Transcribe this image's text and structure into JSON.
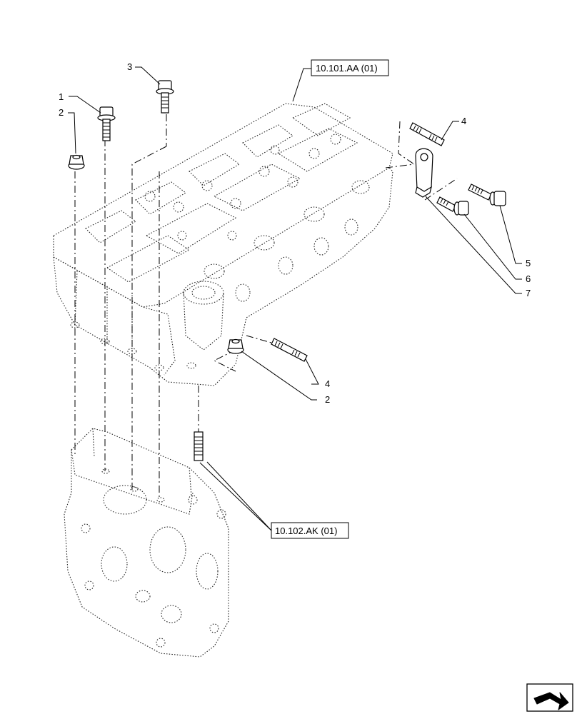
{
  "references": {
    "cylinder_head": "10.101.AA (01)",
    "timing_housing": "10.102.AK (01)"
  },
  "callouts": [
    "1",
    "2",
    "3",
    "4",
    "4",
    "5",
    "6",
    "7",
    "2"
  ]
}
